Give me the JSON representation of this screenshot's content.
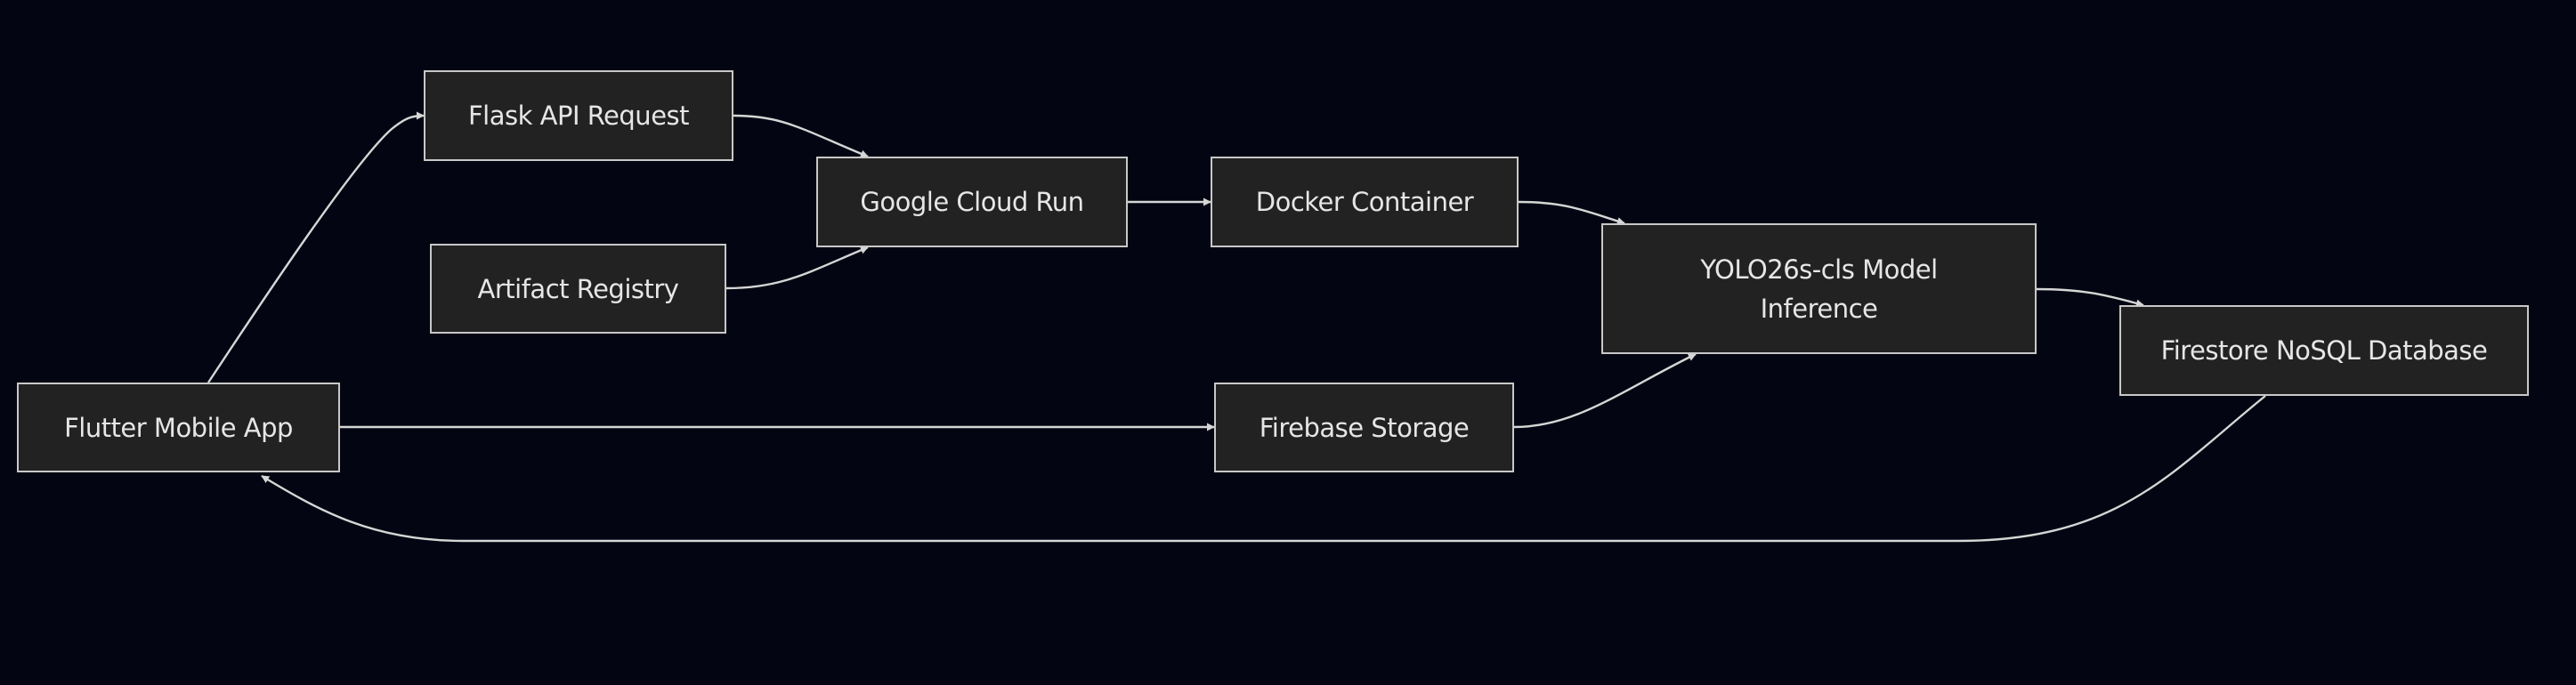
{
  "diagram": {
    "type": "flowchart",
    "direction": "left-to-right",
    "colors": {
      "background": "#030612",
      "node_fill": "#222222",
      "node_border": "#c8c8c8",
      "text": "#e6e6e6",
      "edge": "#d6d6d6"
    },
    "nodes": [
      {
        "id": "flutter",
        "label": "Flutter Mobile App"
      },
      {
        "id": "flask",
        "label": "Flask API Request"
      },
      {
        "id": "artifact",
        "label": "Artifact Registry"
      },
      {
        "id": "cloudrun",
        "label": "Google Cloud Run"
      },
      {
        "id": "docker",
        "label": "Docker Container"
      },
      {
        "id": "storage",
        "label": "Firebase Storage"
      },
      {
        "id": "yolo",
        "label": "YOLO26s-cls Model Inference",
        "lines": [
          "YOLO26s-cls Model",
          "Inference"
        ]
      },
      {
        "id": "firestore",
        "label": "Firestore NoSQL Database"
      }
    ],
    "edges": [
      {
        "from": "flutter",
        "to": "flask"
      },
      {
        "from": "flutter",
        "to": "storage"
      },
      {
        "from": "flask",
        "to": "cloudrun"
      },
      {
        "from": "artifact",
        "to": "cloudrun"
      },
      {
        "from": "cloudrun",
        "to": "docker"
      },
      {
        "from": "docker",
        "to": "yolo"
      },
      {
        "from": "storage",
        "to": "yolo"
      },
      {
        "from": "yolo",
        "to": "firestore"
      },
      {
        "from": "firestore",
        "to": "flutter"
      }
    ]
  }
}
